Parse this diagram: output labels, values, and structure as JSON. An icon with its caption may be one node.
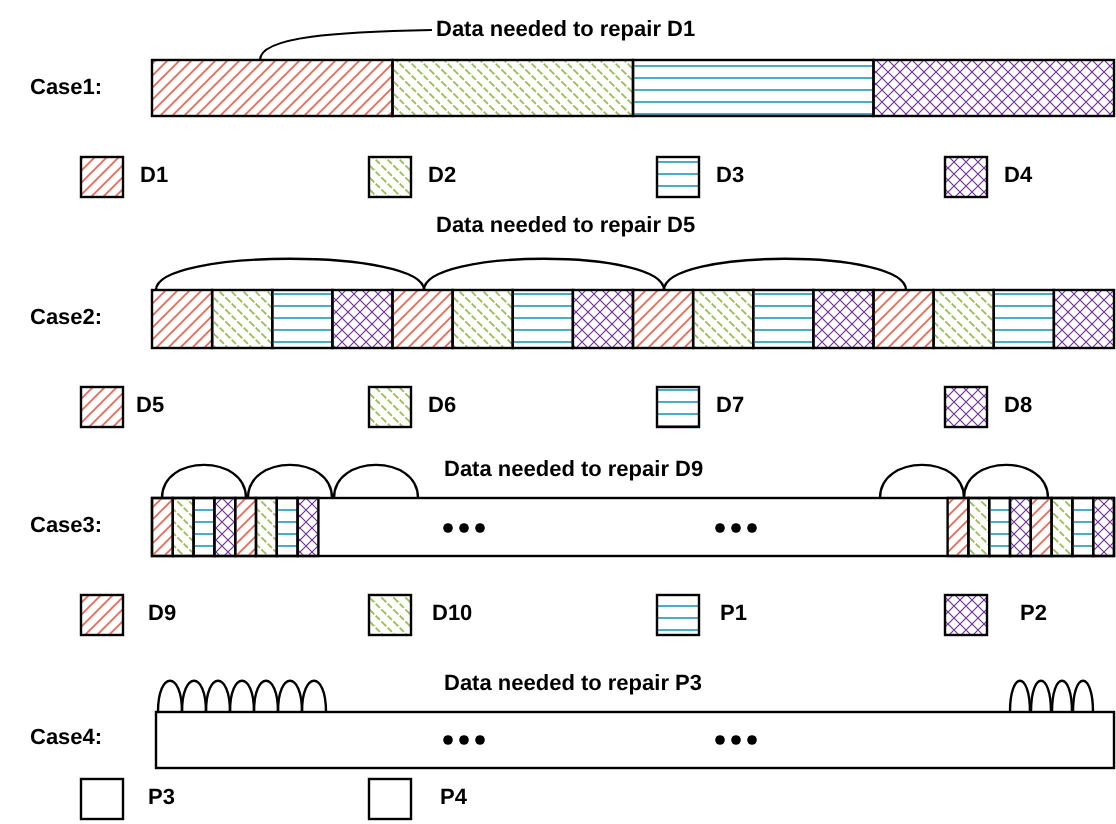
{
  "diagram": {
    "nodes": [
      {
        "text": [
          "Data needed to repair D1"
        ]
      },
      {
        "text": [],
        "shape": "box"
      },
      {
        "text": [],
        "shape": "box"
      },
      {
        "text": [],
        "shape": "box"
      },
      {
        "text": [],
        "shape": "box"
      }
    ],
    "edges": [
      {
        "from": 0,
        "to": 1,
        "arrow": "none"
      }
    ],
    "labels": [
      "Case1:",
      "Data needed to repair D5",
      "Case2:",
      "Data needed to repair D9",
      "Case3:",
      "Data needed to repair P3",
      "Case4:"
    ],
    "legend": [
      {
        "text": "D1"
      },
      {
        "text": "D2"
      },
      {
        "text": "D3"
      },
      {
        "text": "D4"
      },
      {
        "text": "D5"
      },
      {
        "text": "D6"
      },
      {
        "text": "D7"
      },
      {
        "text": "D8"
      },
      {
        "text": "D9"
      },
      {
        "text": "D10"
      },
      {
        "text": "P1"
      },
      {
        "text": "P2"
      },
      {
        "text": "P3"
      },
      {
        "text": "P4"
      }
    ]
  }
}
